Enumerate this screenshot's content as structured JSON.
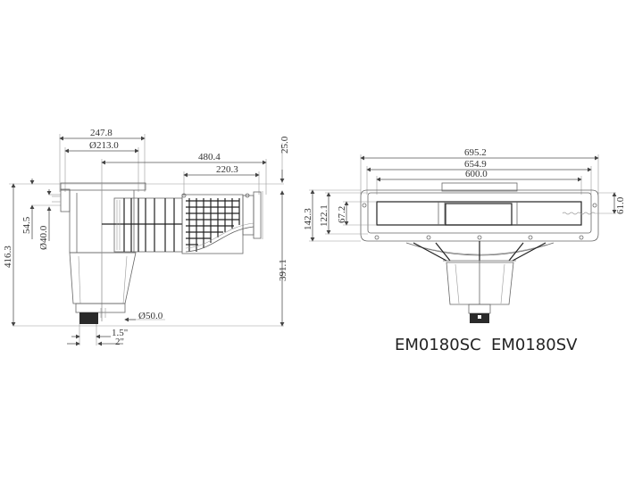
{
  "drawing": {
    "side_view": {
      "dimensions": {
        "top_width": "247.8",
        "diameter_top": "Ø213.0",
        "total_length": "480.4",
        "basket_length": "220.3",
        "top_offset": "25.0",
        "total_height": "416.3",
        "inlet_height": "54.5",
        "inlet_diameter": "Ø40.0",
        "outlet_height": "391.1",
        "outlet_diameter": "Ø50.0",
        "thread_1": "1.5\"",
        "thread_2": "2\""
      }
    },
    "front_view": {
      "dimensions": {
        "overall_width": "695.2",
        "flange_width": "654.9",
        "mouth_width": "600.0",
        "overall_height": "142.3",
        "flange_height": "122.1",
        "mouth_height": "67.2",
        "water_level": "61.0"
      }
    },
    "models": [
      "EM0180SC",
      "EM0180SV"
    ]
  }
}
